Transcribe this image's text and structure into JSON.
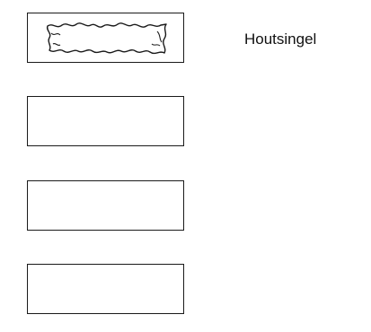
{
  "legend": {
    "items": [
      {
        "label": "Houtsingel",
        "symbol": "wavy-outline-fill-icon"
      },
      {
        "label": "",
        "symbol": "empty-box"
      },
      {
        "label": "",
        "symbol": "empty-box"
      },
      {
        "label": "",
        "symbol": "empty-box"
      }
    ]
  },
  "colors": {
    "stroke": "#1a1a1a",
    "text": "#111111",
    "background": "#ffffff"
  }
}
